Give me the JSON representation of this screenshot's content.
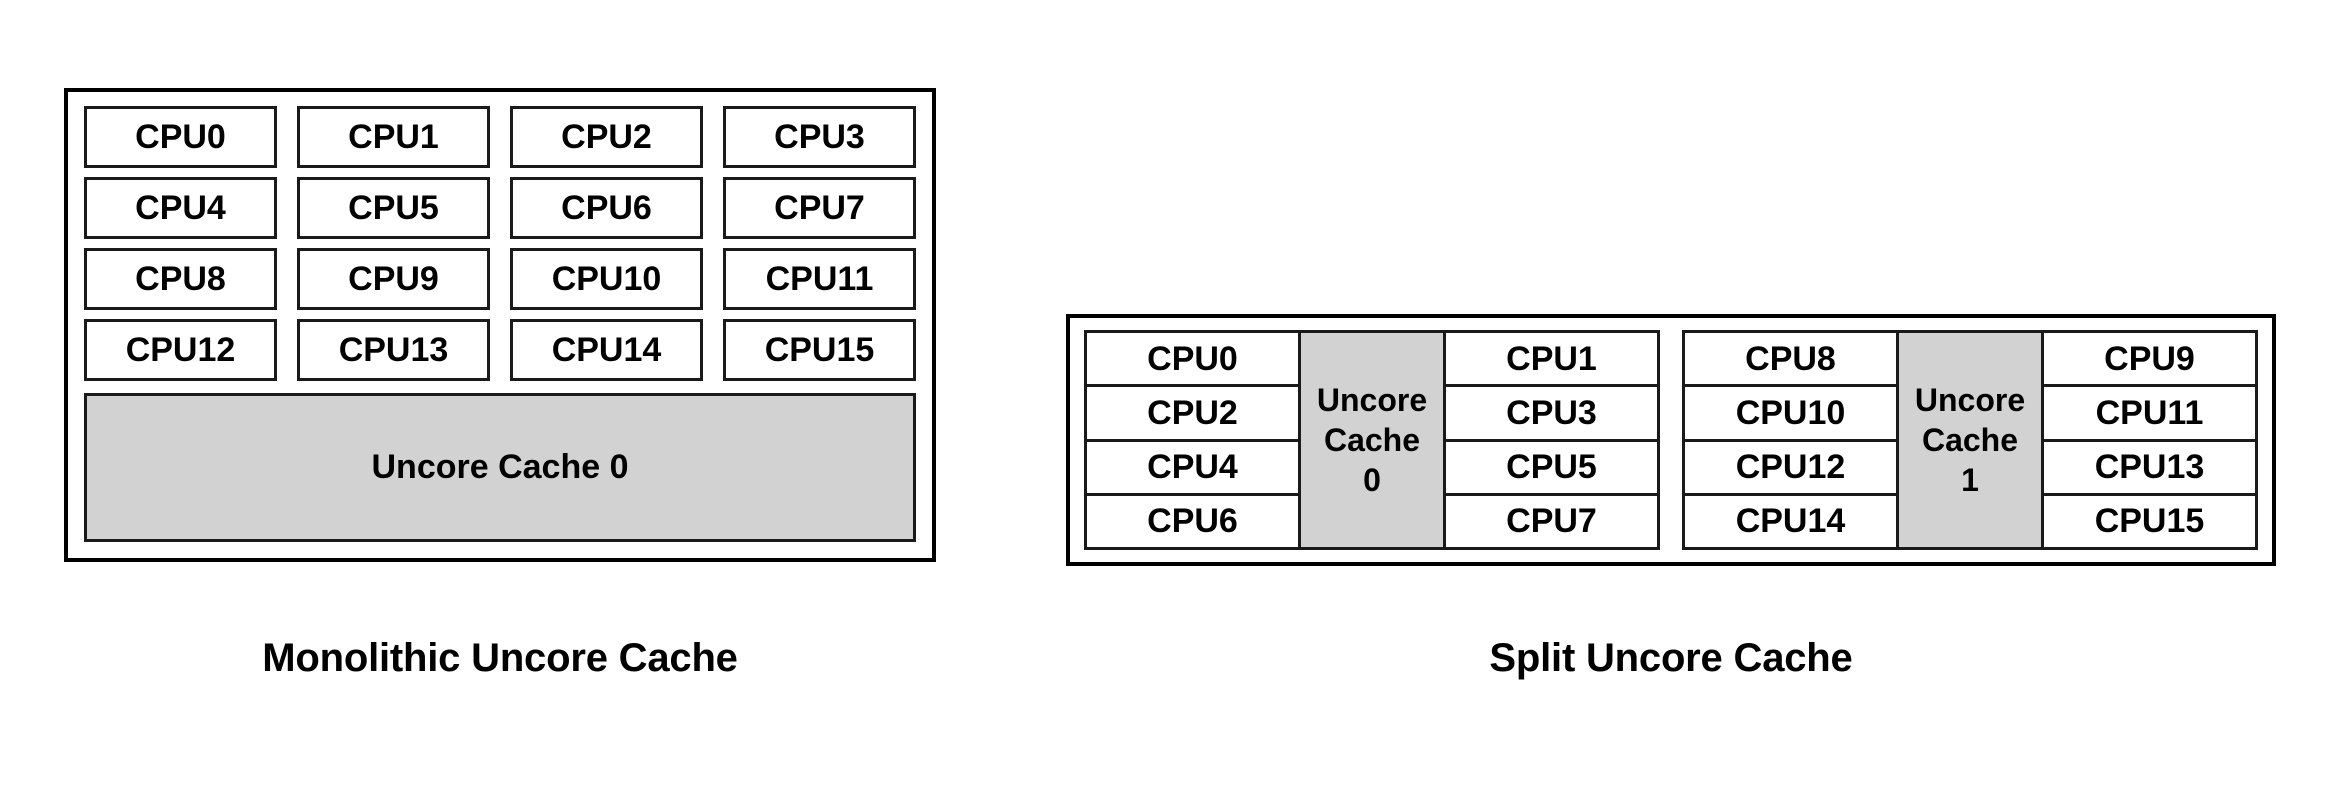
{
  "figures": {
    "monolithic": {
      "caption": "Monolithic Uncore Cache",
      "cpus": [
        "CPU0",
        "CPU1",
        "CPU2",
        "CPU3",
        "CPU4",
        "CPU5",
        "CPU6",
        "CPU7",
        "CPU8",
        "CPU9",
        "CPU10",
        "CPU11",
        "CPU12",
        "CPU13",
        "CPU14",
        "CPU15"
      ],
      "cache_label": "Uncore Cache 0"
    },
    "split": {
      "caption": "Split Uncore Cache",
      "groups": [
        {
          "left_column": [
            "CPU0",
            "CPU2",
            "CPU4",
            "CPU6"
          ],
          "cache_line1": "Uncore",
          "cache_line2": "Cache",
          "cache_line3": "0",
          "right_column": [
            "CPU1",
            "CPU3",
            "CPU5",
            "CPU7"
          ]
        },
        {
          "left_column": [
            "CPU8",
            "CPU10",
            "CPU12",
            "CPU14"
          ],
          "cache_line1": "Uncore",
          "cache_line2": "Cache",
          "cache_line3": "1",
          "right_column": [
            "CPU9",
            "CPU11",
            "CPU13",
            "CPU15"
          ]
        }
      ]
    }
  },
  "colors": {
    "cache_fill": "#d2d2d2",
    "border": "#000000",
    "text": "#000000",
    "background": "#ffffff"
  }
}
